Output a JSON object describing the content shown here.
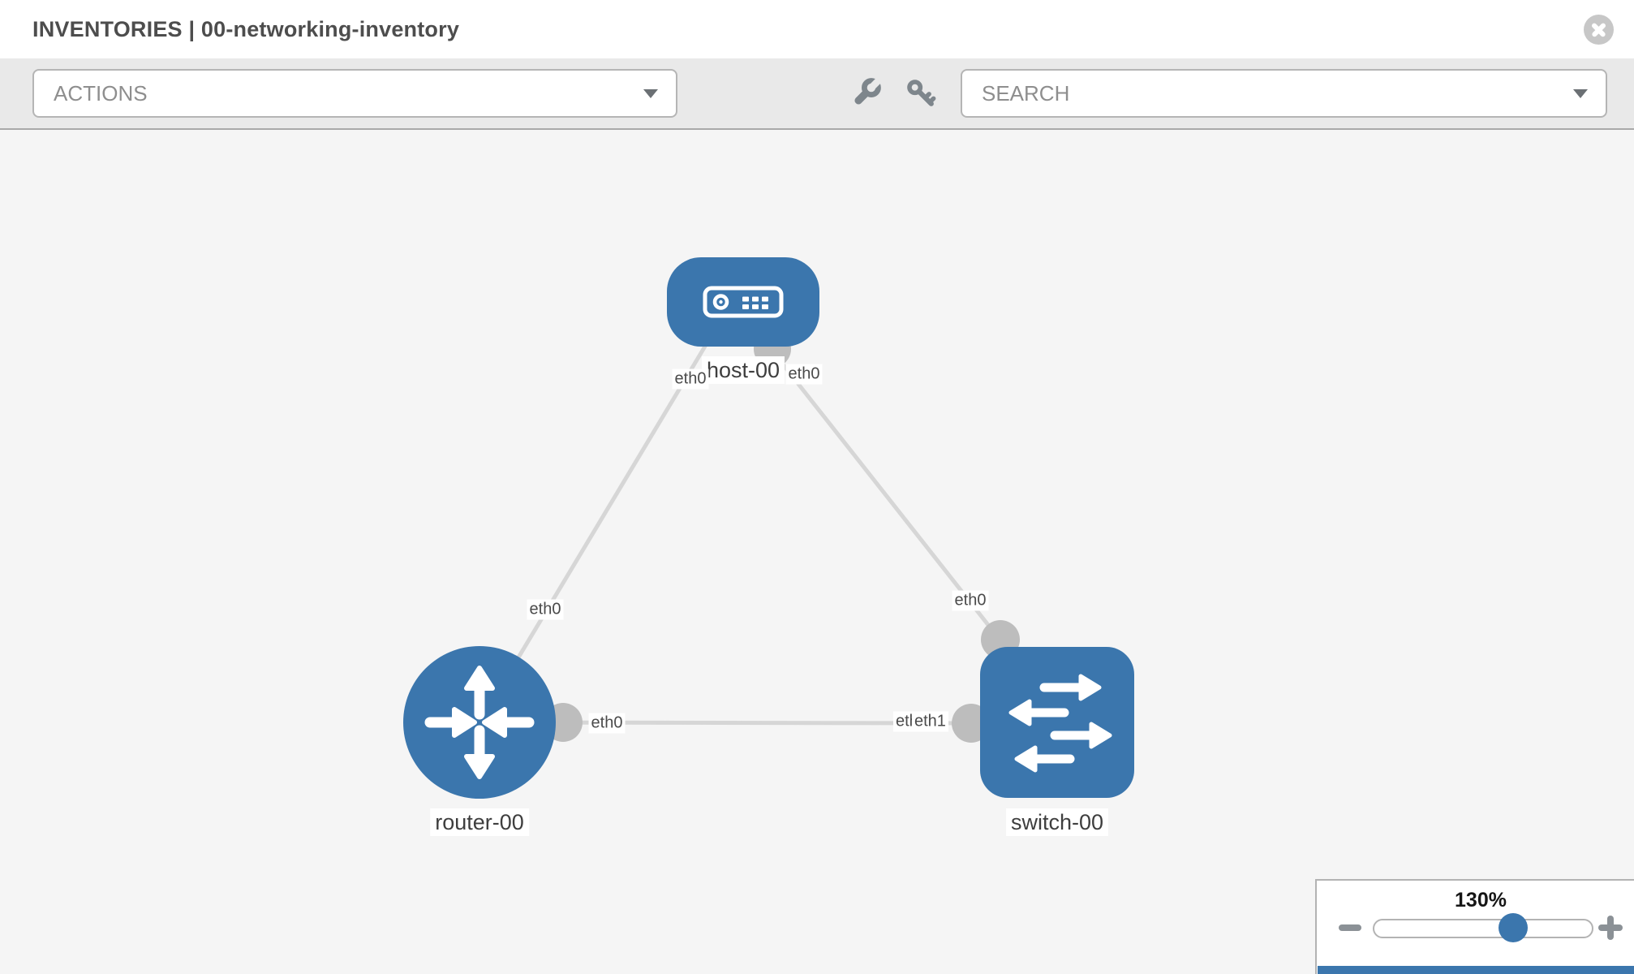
{
  "app": {
    "title": "INVENTORIES | 00-networking-inventory"
  },
  "toolbar": {
    "actions_dropdown": {
      "label": "ACTIONS"
    },
    "search_dropdown": {
      "placeholder": "SEARCH"
    },
    "tool_icons": [
      "wrench-icon",
      "key-icon"
    ]
  },
  "diagram": {
    "nodes": [
      {
        "name": "host-00",
        "type": "host",
        "shape": "rounded-rectangle"
      },
      {
        "name": "router-00",
        "type": "router",
        "shape": "circle"
      },
      {
        "name": "switch-00",
        "type": "switch",
        "shape": "rounded-square"
      }
    ],
    "links": [
      {
        "source": "router-00",
        "source_interface": "eth0",
        "target": "host-00",
        "target_interface": "eth0"
      },
      {
        "source": "host-00",
        "source_interface": "eth0",
        "target": "switch-00",
        "target_interface": "eth0"
      },
      {
        "source": "router-00",
        "source_interface": "eth0",
        "target": "switch-00",
        "target_interface": "eth1"
      }
    ],
    "interface_labels": [
      {
        "text": "eth0",
        "position": "host-00 lower-left"
      },
      {
        "text": "eth0",
        "position": "host-00 lower-right"
      },
      {
        "text": "eth0",
        "position": "link router-00 to host-00, near router"
      },
      {
        "text": "eth0",
        "position": "link host-00 to switch-00, near switch"
      },
      {
        "text": "eth0",
        "position": "router-00 right side"
      },
      {
        "text": "eth0",
        "position": "switch-00 left side (behind)"
      },
      {
        "text": "eth1",
        "position": "switch-00 left side (front)"
      }
    ]
  },
  "zoom_control": {
    "value": "130%",
    "minus_icon": "minus-icon",
    "plus_icon": "plus-icon"
  },
  "colors": {
    "node_blue": "#3b76ad",
    "link_gray": "#d6d6d6",
    "interface_dot_gray": "#bdbdbd",
    "toolbar_bg": "#e9e9e9",
    "canvas_bg": "#f5f5f5",
    "control_border": "#b3b3b3",
    "icon_gray": "#7e868c"
  }
}
